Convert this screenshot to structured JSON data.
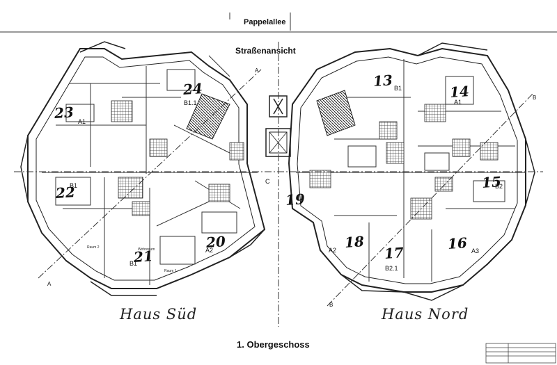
{
  "header": {
    "street": "Pappelallee",
    "view": "Straßenansicht"
  },
  "footer": {
    "floor": "1. Obergeschoss"
  },
  "houses": {
    "south": "Haus Süd",
    "north": "Haus Nord"
  },
  "section_marks": [
    "A",
    "A",
    "B",
    "B"
  ],
  "apartments": [
    {
      "number": "13",
      "type": "B1"
    },
    {
      "number": "14",
      "type": "A1"
    },
    {
      "number": "15",
      "type": "B2"
    },
    {
      "number": "16",
      "type": "A3"
    },
    {
      "number": "17",
      "type": "B2.1"
    },
    {
      "number": "18",
      "type": "A2"
    },
    {
      "number": "19",
      "type": "C"
    },
    {
      "number": "20",
      "type": "A2"
    },
    {
      "number": "21",
      "type": "B1"
    },
    {
      "number": "22",
      "type": "B1"
    },
    {
      "number": "23",
      "type": "A1"
    },
    {
      "number": "24",
      "type": "B1.1"
    }
  ],
  "rooms": [
    "Raum 2",
    "Raum 1",
    "Wohnraum"
  ],
  "colors": {
    "ink": "#222222",
    "paper": "#ffffff"
  }
}
